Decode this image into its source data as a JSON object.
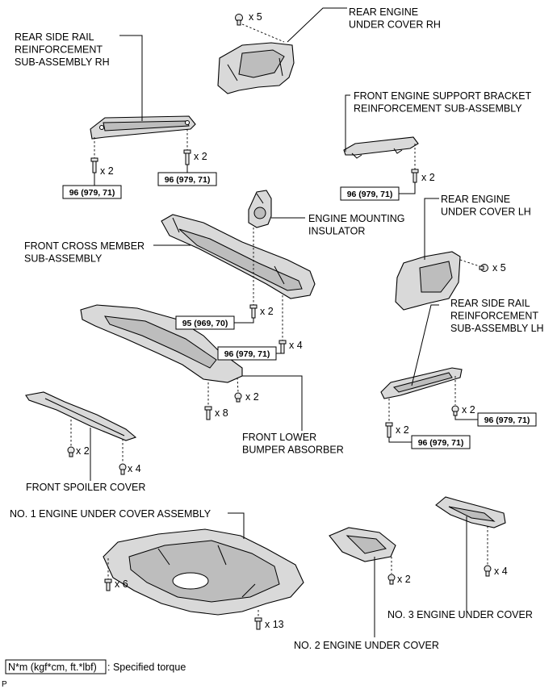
{
  "labels": {
    "rear_engine_under_cover_rh": [
      "REAR ENGINE",
      "UNDER COVER RH"
    ],
    "rear_side_rail_rh": [
      "REAR SIDE RAIL",
      "REINFORCEMENT",
      "SUB-ASSEMBLY RH"
    ],
    "front_engine_support_bracket": [
      "FRONT ENGINE SUPPORT BRACKET",
      "REINFORCEMENT SUB-ASSEMBLY"
    ],
    "rear_engine_under_cover_lh": [
      "REAR ENGINE",
      "UNDER COVER LH"
    ],
    "engine_mounting_insulator": [
      "ENGINE MOUNTING",
      "INSULATOR"
    ],
    "front_cross_member": [
      "FRONT CROSS MEMBER",
      "SUB-ASSEMBLY"
    ],
    "rear_side_rail_lh": [
      "REAR SIDE RAIL",
      "REINFORCEMENT",
      "SUB-ASSEMBLY LH"
    ],
    "front_lower_bumper_absorber": [
      "FRONT LOWER",
      "BUMPER ABSORBER"
    ],
    "front_spoiler_cover": [
      "FRONT SPOILER COVER"
    ],
    "no1_engine_under_cover": [
      "NO. 1 ENGINE UNDER COVER ASSEMBLY"
    ],
    "no3_engine_under_cover": [
      "NO. 3 ENGINE UNDER COVER"
    ],
    "no2_engine_under_cover": [
      "NO. 2 ENGINE UNDER COVER"
    ]
  },
  "torques": {
    "t1": "96 (979, 71)",
    "t2": "96 (979, 71)",
    "t3": "96 (979, 71)",
    "t4": "95 (969, 70)",
    "t5": "96 (979, 71)",
    "t6": "96 (979, 71)",
    "t7": "96 (979, 71)"
  },
  "counts": {
    "c_rh_cover": "x 5",
    "c_rail_rh_left": "x 2",
    "c_rail_rh_right": "x 2",
    "c_bracket": "x 2",
    "c_lh_cover": "x 5",
    "c_cross_95": "x 2",
    "c_cross_x4": "x 4",
    "c_absorber_x2": "x 2",
    "c_absorber_x8": "x 8",
    "c_rail_lh_right": "x 2",
    "c_rail_lh_left": "x 2",
    "c_spoiler_x2": "x 2",
    "c_spoiler_x4": "x 4",
    "c_no1_x6": "x 6",
    "c_no1_x13": "x 13",
    "c_no2_x2": "x 2",
    "c_no3_x4": "x 4"
  },
  "legend": {
    "unit": "N*m (kgf*cm, ft.*lbf)",
    "text": ": Specified torque"
  },
  "page_mark": "P"
}
